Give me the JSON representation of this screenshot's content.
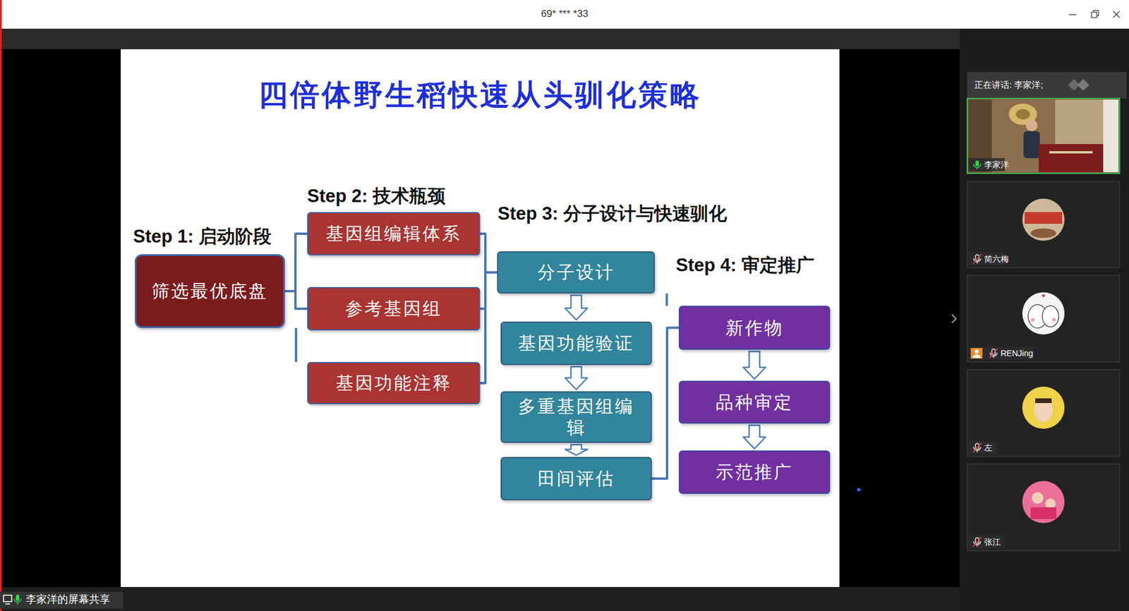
{
  "diagram": {
    "title": "四倍体野生稻快速从头驯化策略",
    "nodes": [
      {
        "text": [
          "筛选最优底盘"
        ]
      },
      {
        "text": [
          "基因组编辑体系"
        ]
      },
      {
        "text": [
          "参考基因组"
        ]
      },
      {
        "text": [
          "基因功能注释"
        ]
      },
      {
        "text": [
          "分子设计"
        ]
      },
      {
        "text": [
          "基因功能验证"
        ]
      },
      {
        "text": [
          "多重基因组编辑"
        ]
      },
      {
        "text": [
          "田间评估"
        ]
      },
      {
        "text": [
          "新作物"
        ]
      },
      {
        "text": [
          "品种审定"
        ]
      },
      {
        "text": [
          "示范推广"
        ]
      }
    ],
    "edges": [
      {
        "from": 0,
        "to": 1,
        "arrow": "none"
      },
      {
        "from": 0,
        "to": 2,
        "arrow": "none"
      },
      {
        "from": 0,
        "to": 3,
        "arrow": "none"
      },
      {
        "from": 1,
        "to": 4,
        "arrow": "none"
      },
      {
        "from": 2,
        "to": 4,
        "arrow": "none"
      },
      {
        "from": 3,
        "to": 4,
        "arrow": "none"
      },
      {
        "from": 4,
        "to": 5,
        "arrow": "to"
      },
      {
        "from": 5,
        "to": 6,
        "arrow": "to"
      },
      {
        "from": 6,
        "to": 7,
        "arrow": "to"
      },
      {
        "from": 4,
        "to": 8,
        "arrow": "none"
      },
      {
        "from": 7,
        "to": 8,
        "arrow": "none"
      },
      {
        "from": 8,
        "to": 9,
        "arrow": "to"
      },
      {
        "from": 9,
        "to": 10,
        "arrow": "to"
      }
    ],
    "labels": [
      "69* *** *33",
      "Step 1: 启动阶段",
      "Step 2: 技术瓶颈",
      "Step 3: 分子设计与快速驯化",
      "Step 4: 审定推广",
      "正在讲话: 李家洋;",
      "李家洋",
      "简六梅",
      "RENJing",
      "左",
      "张江",
      "李家洋的屏幕共享"
    ]
  }
}
